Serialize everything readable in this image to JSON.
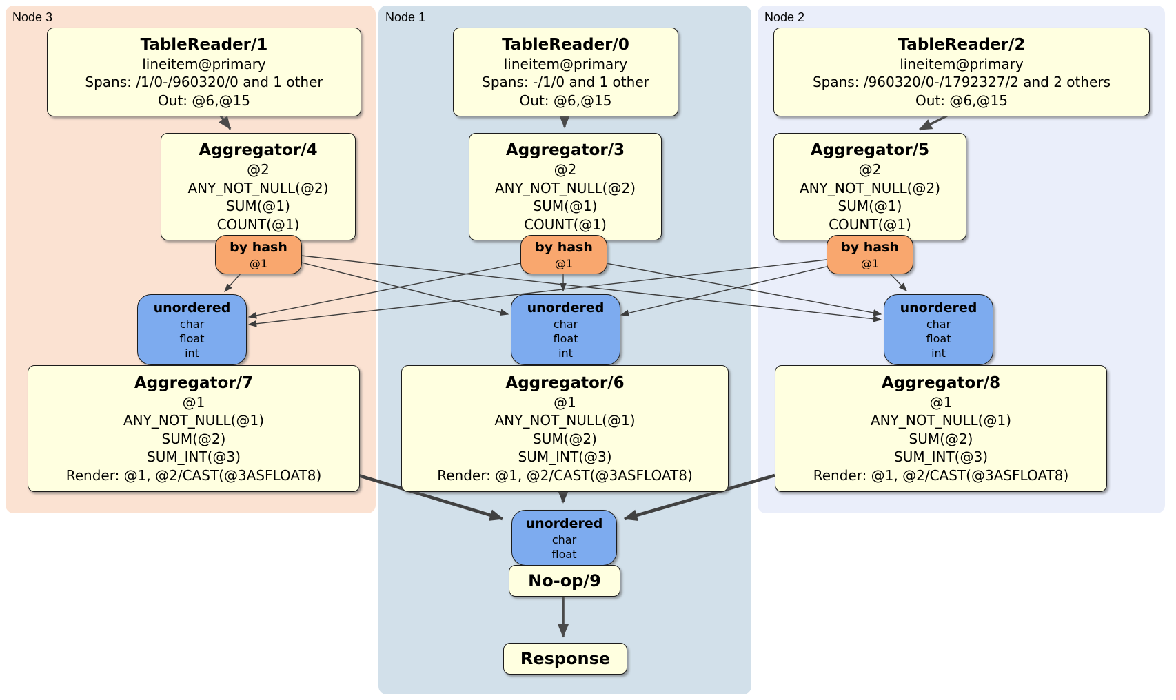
{
  "panels": {
    "node3": {
      "label": "Node 3"
    },
    "node1": {
      "label": "Node 1"
    },
    "node2": {
      "label": "Node 2"
    }
  },
  "nodes": {
    "tr1": {
      "title": "TableReader/1",
      "lines": [
        "lineitem@primary",
        "Spans: /1/0-/960320/0 and 1 other",
        "Out: @6,@15"
      ]
    },
    "tr0": {
      "title": "TableReader/0",
      "lines": [
        "lineitem@primary",
        "Spans: -/1/0 and 1 other",
        "Out: @6,@15"
      ]
    },
    "tr2": {
      "title": "TableReader/2",
      "lines": [
        "lineitem@primary",
        "Spans: /960320/0-/1792327/2 and 2 others",
        "Out: @6,@15"
      ]
    },
    "agg4": {
      "title": "Aggregator/4",
      "lines": [
        "@2",
        "ANY_NOT_NULL(@2)",
        "SUM(@1)",
        "COUNT(@1)"
      ]
    },
    "agg3": {
      "title": "Aggregator/3",
      "lines": [
        "@2",
        "ANY_NOT_NULL(@2)",
        "SUM(@1)",
        "COUNT(@1)"
      ]
    },
    "agg5": {
      "title": "Aggregator/5",
      "lines": [
        "@2",
        "ANY_NOT_NULL(@2)",
        "SUM(@1)",
        "COUNT(@1)"
      ]
    },
    "hash3": {
      "title": "by hash",
      "lines": [
        "@1"
      ]
    },
    "hash1": {
      "title": "by hash",
      "lines": [
        "@1"
      ]
    },
    "hash5": {
      "title": "by hash",
      "lines": [
        "@1"
      ]
    },
    "un3": {
      "title": "unordered",
      "lines": [
        "char",
        "float",
        "int"
      ]
    },
    "un1": {
      "title": "unordered",
      "lines": [
        "char",
        "float",
        "int"
      ]
    },
    "un2": {
      "title": "unordered",
      "lines": [
        "char",
        "float",
        "int"
      ]
    },
    "agg7": {
      "title": "Aggregator/7",
      "lines": [
        "@1",
        "ANY_NOT_NULL(@1)",
        "SUM(@2)",
        "SUM_INT(@3)",
        "Render: @1, @2/CAST(@3ASFLOAT8)"
      ]
    },
    "agg6": {
      "title": "Aggregator/6",
      "lines": [
        "@1",
        "ANY_NOT_NULL(@1)",
        "SUM(@2)",
        "SUM_INT(@3)",
        "Render: @1, @2/CAST(@3ASFLOAT8)"
      ]
    },
    "agg8": {
      "title": "Aggregator/8",
      "lines": [
        "@1",
        "ANY_NOT_NULL(@1)",
        "SUM(@2)",
        "SUM_INT(@3)",
        "Render: @1, @2/CAST(@3ASFLOAT8)"
      ]
    },
    "unFinal": {
      "title": "unordered",
      "lines": [
        "char",
        "float"
      ]
    },
    "noop": {
      "title": "No-op/9"
    },
    "response": {
      "title": "Response"
    }
  },
  "edges": [
    {
      "from": "TableReader/1",
      "to": "Aggregator/4"
    },
    {
      "from": "TableReader/0",
      "to": "Aggregator/3"
    },
    {
      "from": "TableReader/2",
      "to": "Aggregator/5"
    },
    {
      "from": "by hash (Node 3)",
      "to": "unordered (Node 3)"
    },
    {
      "from": "by hash (Node 3)",
      "to": "unordered (Node 1)"
    },
    {
      "from": "by hash (Node 3)",
      "to": "unordered (Node 2)"
    },
    {
      "from": "by hash (Node 1)",
      "to": "unordered (Node 3)"
    },
    {
      "from": "by hash (Node 1)",
      "to": "unordered (Node 1)"
    },
    {
      "from": "by hash (Node 1)",
      "to": "unordered (Node 2)"
    },
    {
      "from": "by hash (Node 2)",
      "to": "unordered (Node 3)"
    },
    {
      "from": "by hash (Node 2)",
      "to": "unordered (Node 1)"
    },
    {
      "from": "by hash (Node 2)",
      "to": "unordered (Node 2)"
    },
    {
      "from": "Aggregator/7",
      "to": "unordered final"
    },
    {
      "from": "Aggregator/6",
      "to": "unordered final"
    },
    {
      "from": "Aggregator/8",
      "to": "unordered final"
    },
    {
      "from": "No-op/9",
      "to": "Response"
    }
  ],
  "colors": {
    "panel_node3": "#fbe2d2",
    "panel_node1": "#d2e0ea",
    "panel_node2": "#eaeefa",
    "box_yellow": "#ffffe0",
    "box_orange": "#f9a76e",
    "box_blue": "#7dabef",
    "edge_thin": "#3d3d3d",
    "edge_thick": "#414141"
  }
}
